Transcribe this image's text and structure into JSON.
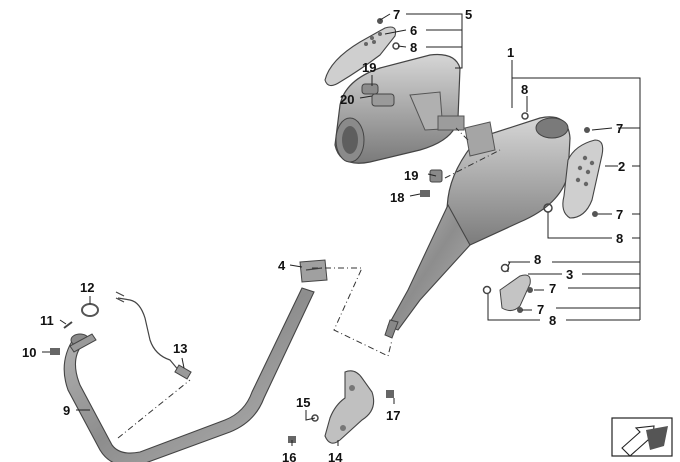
{
  "callouts": {
    "p1": "1",
    "p2": "2",
    "p3": "3",
    "p4": "4",
    "p5": "5",
    "p6": "6",
    "p7a": "7",
    "p7b": "7",
    "p7c": "7",
    "p7d": "7",
    "p7e": "7",
    "p8a": "8",
    "p8b": "8",
    "p8c": "8",
    "p8d": "8",
    "p8e": "8",
    "p9": "9",
    "p10": "10",
    "p11": "11",
    "p12": "12",
    "p13": "13",
    "p14": "14",
    "p15": "15",
    "p16": "16",
    "p17": "17",
    "p18": "18",
    "p19a": "19",
    "p19b": "19",
    "p20": "20"
  },
  "colors": {
    "metal_light": "#c8c8c8",
    "metal_mid": "#a9a9a9",
    "metal_dark": "#6e6e6e",
    "ink": "#111111"
  },
  "icons": {
    "orientation": "arrow-orientation-icon"
  }
}
